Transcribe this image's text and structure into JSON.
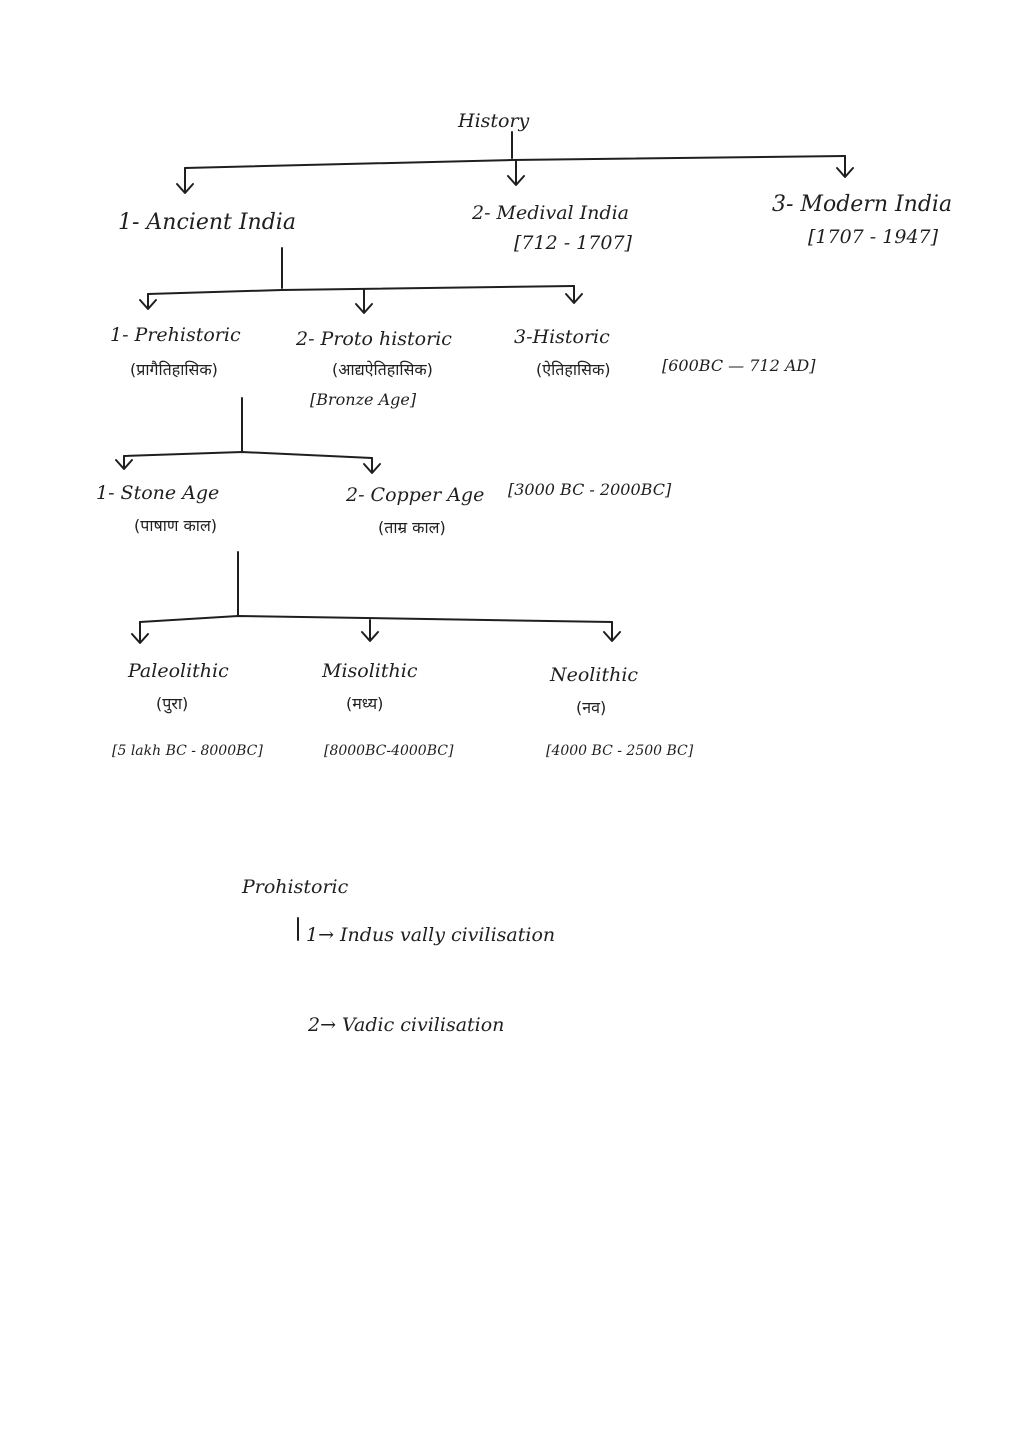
{
  "root": "History",
  "periods": [
    {
      "label": "1- Ancient India",
      "range": ""
    },
    {
      "label": "2- Medival India",
      "range": "[712 - 1707]"
    },
    {
      "label": "3- Modern India",
      "range": "[1707 - 1947]"
    }
  ],
  "ancient": [
    {
      "label": "1- Prehistoric",
      "hindi": "(प्रागैतिहासिक)",
      "note": ""
    },
    {
      "label": "2- Proto historic",
      "hindi": "(आद्यऐतिहासिक)",
      "note": "[Bronze Age]"
    },
    {
      "label": "3-Historic",
      "hindi": "(ऐतिहासिक)",
      "note": "[600BC — 712 AD]"
    }
  ],
  "prehistoric": [
    {
      "label": "1- Stone Age",
      "hindi": "(पाषाण काल)",
      "note": ""
    },
    {
      "label": "2- Copper Age",
      "hindi": "(ताम्र काल)",
      "note": "[3000 BC - 2000BC]"
    }
  ],
  "stone_age": [
    {
      "label": "Paleolithic",
      "hindi": "(पुरा)",
      "range": "[5 lakh BC - 8000BC]"
    },
    {
      "label": "Misolithic",
      "hindi": "(मध्य)",
      "range": "[8000BC-4000BC]"
    },
    {
      "label": "Neolithic",
      "hindi": "(नव)",
      "range": "[4000 BC - 2500 BC]"
    }
  ],
  "notes": {
    "heading": "Prohistoric",
    "items": [
      "1→ Indus vally civilisation",
      "2→ Vadic civilisation"
    ]
  }
}
